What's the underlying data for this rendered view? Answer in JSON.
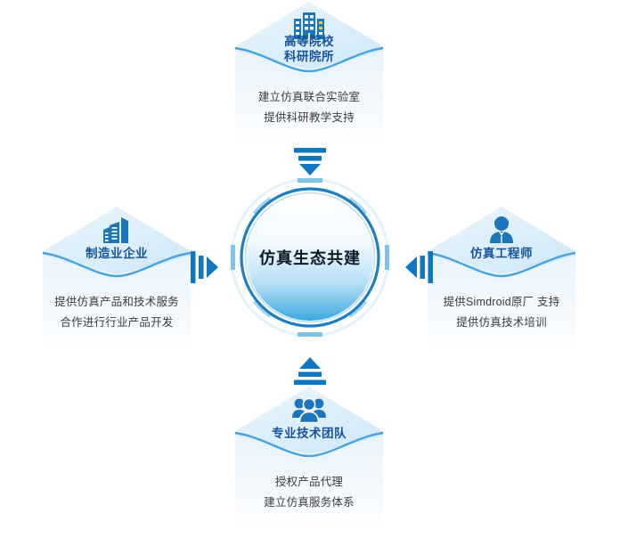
{
  "diagram": {
    "title": "仿真生态共建",
    "center": {
      "label": "仿真生态共建",
      "ring_color": "#1c7fc4",
      "ring_outer_color": "#d8eaf6",
      "fill_top": "#ffffff",
      "fill_bottom": "#3ea8e0"
    },
    "accent_color": "#1078bf",
    "title_color": "#15539e",
    "body_text_color": "#3c3c3c",
    "card_top_fill": "#e2f1fb",
    "card_body_fill": "#f2f7fd",
    "card_divider_color": "#4ba3dc",
    "nodes": [
      {
        "id": "top",
        "icon": "buildings-icon",
        "title_lines": [
          "高等院校",
          "科研院所"
        ],
        "desc_lines": [
          "建立仿真联合实验室",
          "提供科研教学支持"
        ],
        "arrow": {
          "name": "arrow-down",
          "direction": "down"
        }
      },
      {
        "id": "left",
        "icon": "factory-building-icon",
        "title_lines": [
          "制造业企业"
        ],
        "desc_lines": [
          "提供仿真产品和技术服务",
          "合作进行行业产品开发"
        ],
        "arrow": {
          "name": "arrow-right",
          "direction": "right"
        }
      },
      {
        "id": "right",
        "icon": "engineer-person-icon",
        "title_lines": [
          "仿真工程师"
        ],
        "desc_lines": [
          "提供Simdroid原厂 支持",
          "提供仿真技术培训"
        ],
        "arrow": {
          "name": "arrow-left",
          "direction": "left"
        }
      },
      {
        "id": "bottom",
        "icon": "team-group-icon",
        "title_lines": [
          "专业技术团队"
        ],
        "desc_lines": [
          "授权产品代理",
          "建立仿真服务体系"
        ],
        "arrow": {
          "name": "arrow-up",
          "direction": "up"
        }
      }
    ]
  }
}
